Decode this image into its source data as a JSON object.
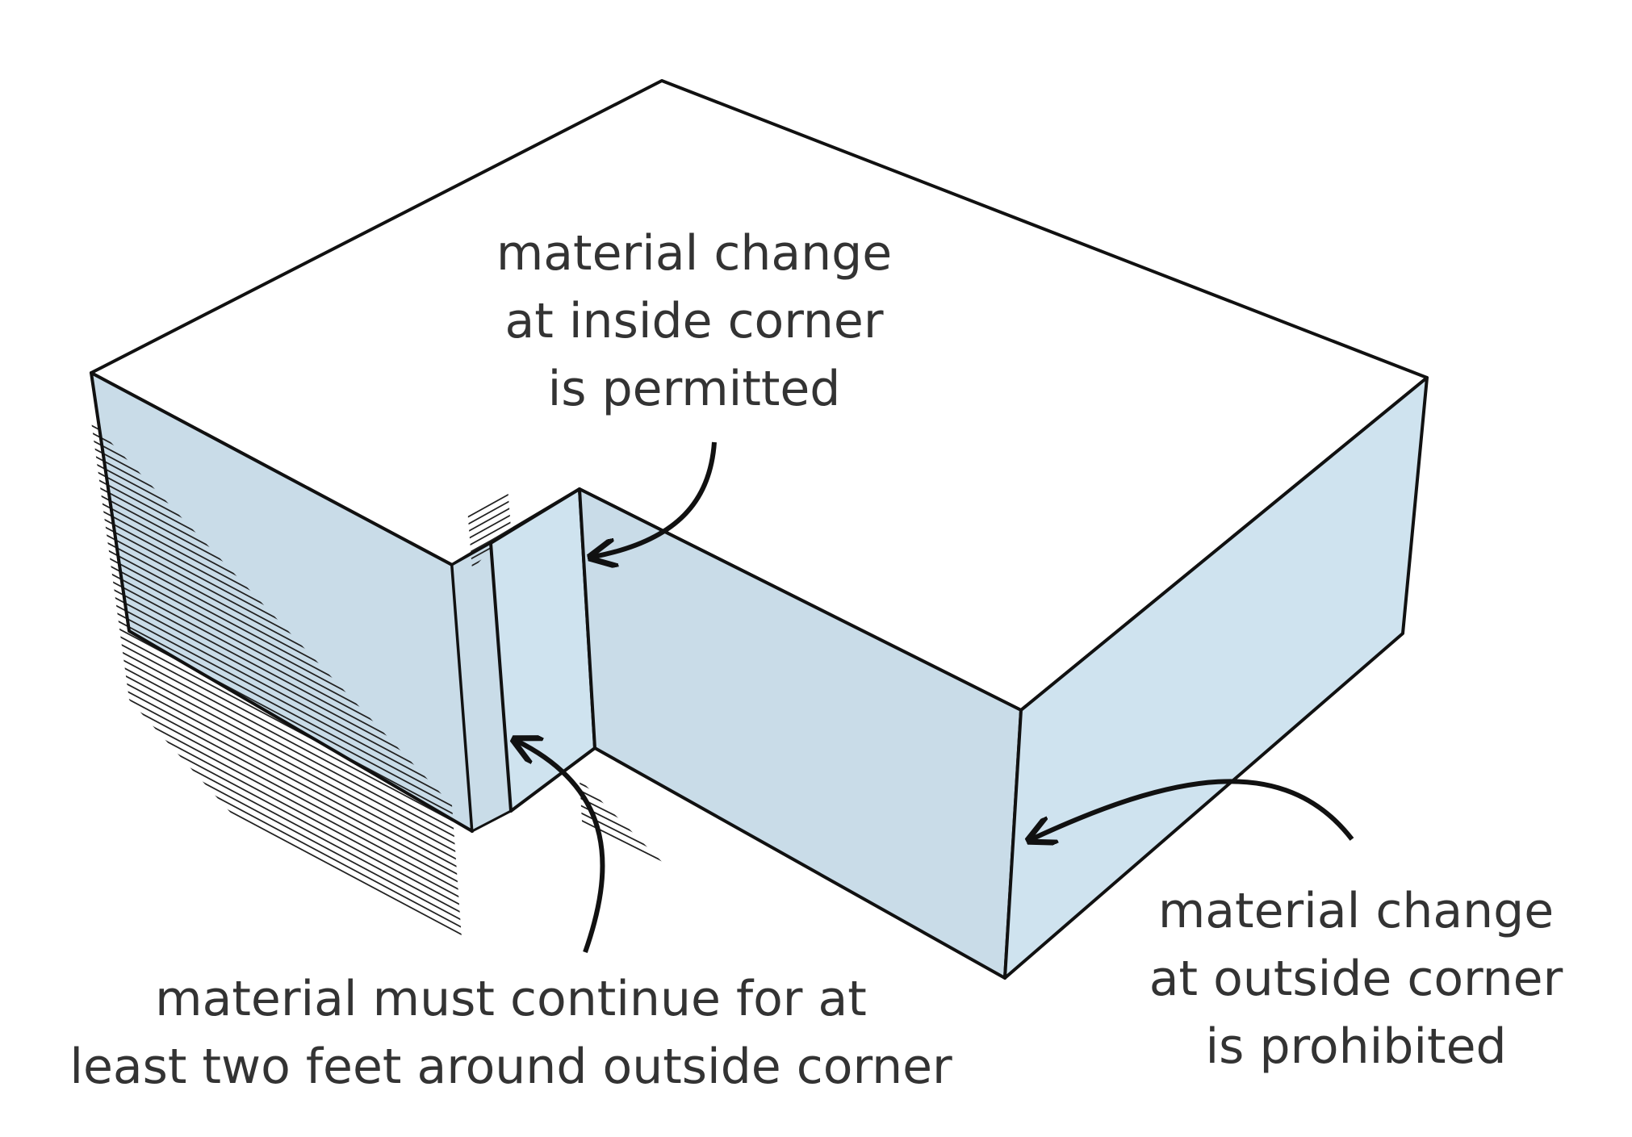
{
  "labels": {
    "inside_corner": [
      "material change",
      "at inside corner",
      "is permitted"
    ],
    "continue_around": [
      "material must continue for at",
      "least two feet around outside corner"
    ],
    "outside_corner": [
      "material change",
      "at outside corner",
      "is prohibited"
    ]
  },
  "colors": {
    "stroke": "#111111",
    "top_face": "#ffffff",
    "light_face": "#cfe3ef",
    "hatch_face": "#c9dce8",
    "hatch_line": "#222222",
    "text": "#333333"
  }
}
